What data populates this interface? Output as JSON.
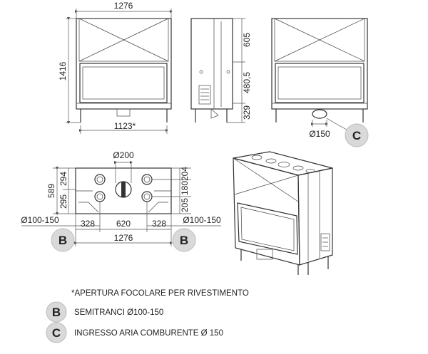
{
  "front_view": {
    "width_total": "1276",
    "height_total": "1416",
    "opening_width": "1123*"
  },
  "side_view": {
    "upper_height": "605",
    "door_height": "480,5",
    "base_height": "329"
  },
  "rear_view": {
    "inlet_diameter": "Ø150",
    "badge": "C"
  },
  "top_view": {
    "center_hole": "Ø200",
    "depth_total": "589",
    "depth_front": "294",
    "depth_back": "295",
    "hole_offset_top": "204",
    "hole_spacing": "180",
    "hole_offset_bottom": "205",
    "left_hole": "Ø100-150",
    "right_hole": "Ø100-150",
    "left_offset": "328",
    "middle_offset": "620",
    "right_offset": "328",
    "width_total": "1276",
    "badge_left": "B",
    "badge_right": "B"
  },
  "legend": {
    "note": "*APERTURA FOCOLARE PER RIVESTIMENTO",
    "items": [
      {
        "badge": "B",
        "text": "SEMITRANCI Ø100-150"
      },
      {
        "badge": "C",
        "text": "INGRESSO ARIA COMBURENTE Ø 150"
      }
    ]
  }
}
